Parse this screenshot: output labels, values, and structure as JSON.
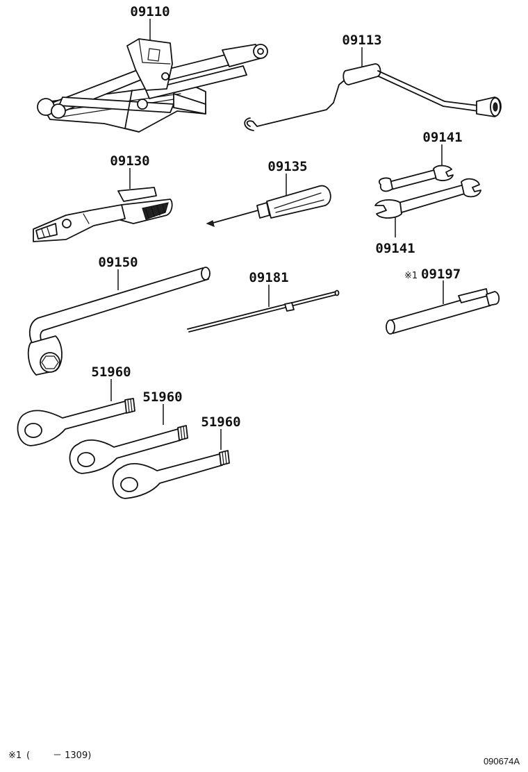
{
  "parts": {
    "jack": "09110",
    "jack_handle": "09113",
    "pliers": "09130",
    "screwdriver": "09135",
    "wrench_upper": "09141",
    "wrench_lower": "09141",
    "wheel_wrench": "09150",
    "screwdriver_bar": "09181",
    "pen_tool": "09197",
    "towing_eye_1": "51960",
    "towing_eye_2": "51960",
    "towing_eye_3": "51960"
  },
  "pen_tool_mark": "※1",
  "footnote": {
    "mark": "※1",
    "open": "(",
    "range": "－ 1309)"
  },
  "illustration_code": "090674A"
}
